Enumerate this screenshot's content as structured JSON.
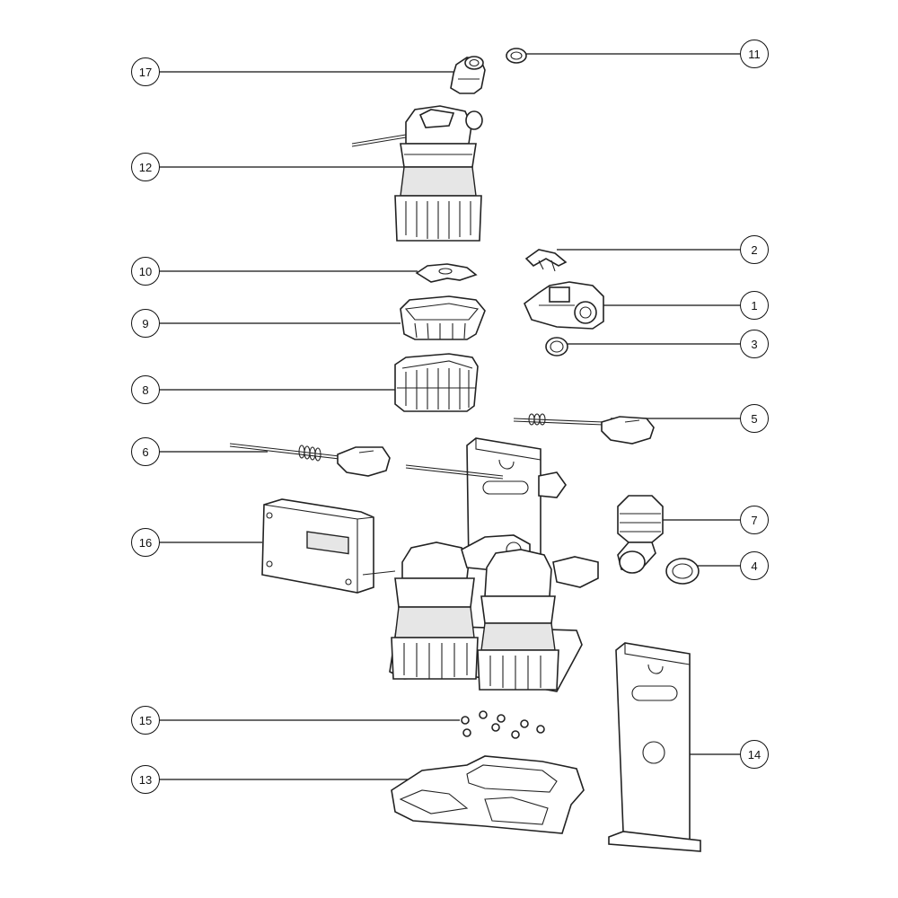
{
  "diagram": {
    "callouts": [
      {
        "id": "17",
        "label": "17"
      },
      {
        "id": "11",
        "label": "11"
      },
      {
        "id": "12",
        "label": "12"
      },
      {
        "id": "2",
        "label": "2"
      },
      {
        "id": "10",
        "label": "10"
      },
      {
        "id": "1",
        "label": "1"
      },
      {
        "id": "9",
        "label": "9"
      },
      {
        "id": "3",
        "label": "3"
      },
      {
        "id": "8",
        "label": "8"
      },
      {
        "id": "5",
        "label": "5"
      },
      {
        "id": "6",
        "label": "6"
      },
      {
        "id": "7",
        "label": "7"
      },
      {
        "id": "16",
        "label": "16"
      },
      {
        "id": "4",
        "label": "4"
      },
      {
        "id": "15",
        "label": "15"
      },
      {
        "id": "14",
        "label": "14"
      },
      {
        "id": "13",
        "label": "13"
      }
    ]
  }
}
